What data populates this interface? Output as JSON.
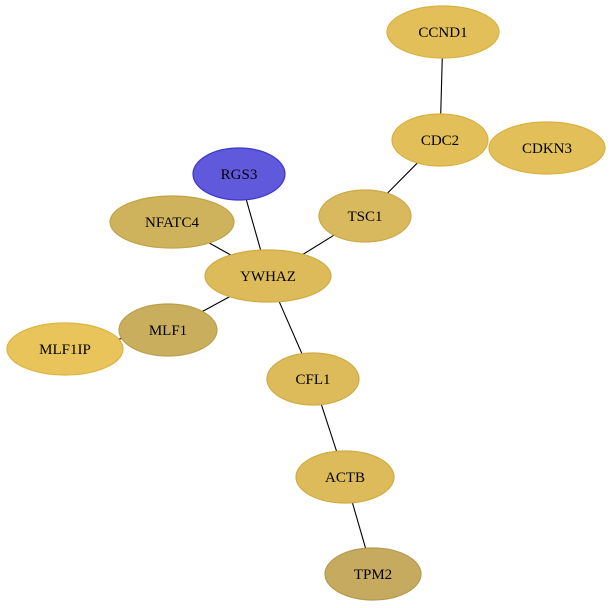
{
  "network": {
    "nodes": [
      {
        "id": "CCND1",
        "label": "CCND1",
        "fill": "#e2bf59",
        "stroke": "#d9b042"
      },
      {
        "id": "CDC2",
        "label": "CDC2",
        "fill": "#e2bf59",
        "stroke": "#d9b042"
      },
      {
        "id": "CDKN3",
        "label": "CDKN3",
        "fill": "#e2bf59",
        "stroke": "#d9b042"
      },
      {
        "id": "RGS3",
        "label": "RGS3",
        "fill": "#6159dc",
        "stroke": "#3a36c8"
      },
      {
        "id": "TSC1",
        "label": "TSC1",
        "fill": "#d9b95d",
        "stroke": "#cda849"
      },
      {
        "id": "NFATC4",
        "label": "NFATC4",
        "fill": "#cfb25c",
        "stroke": "#c2a347"
      },
      {
        "id": "YWHAZ",
        "label": "YWHAZ",
        "fill": "#ddbb5a",
        "stroke": "#d0ab44"
      },
      {
        "id": "MLF1",
        "label": "MLF1",
        "fill": "#c9ae5e",
        "stroke": "#b99f4b"
      },
      {
        "id": "MLF1IP",
        "label": "MLF1IP",
        "fill": "#e8c45a",
        "stroke": "#dcb441"
      },
      {
        "id": "CFL1",
        "label": "CFL1",
        "fill": "#ddbb5a",
        "stroke": "#d0ab44"
      },
      {
        "id": "ACTB",
        "label": "ACTB",
        "fill": "#ddbb5a",
        "stroke": "#d0ab44"
      },
      {
        "id": "TPM2",
        "label": "TPM2",
        "fill": "#c6aa60",
        "stroke": "#b39a4c"
      }
    ],
    "edges": [
      {
        "source": "CCND1",
        "target": "CDC2"
      },
      {
        "source": "CDC2",
        "target": "TSC1"
      },
      {
        "source": "TSC1",
        "target": "YWHAZ"
      },
      {
        "source": "RGS3",
        "target": "YWHAZ"
      },
      {
        "source": "NFATC4",
        "target": "YWHAZ"
      },
      {
        "source": "MLF1",
        "target": "YWHAZ"
      },
      {
        "source": "MLF1IP",
        "target": "MLF1"
      },
      {
        "source": "YWHAZ",
        "target": "CFL1"
      },
      {
        "source": "CFL1",
        "target": "ACTB"
      },
      {
        "source": "ACTB",
        "target": "TPM2"
      }
    ]
  }
}
